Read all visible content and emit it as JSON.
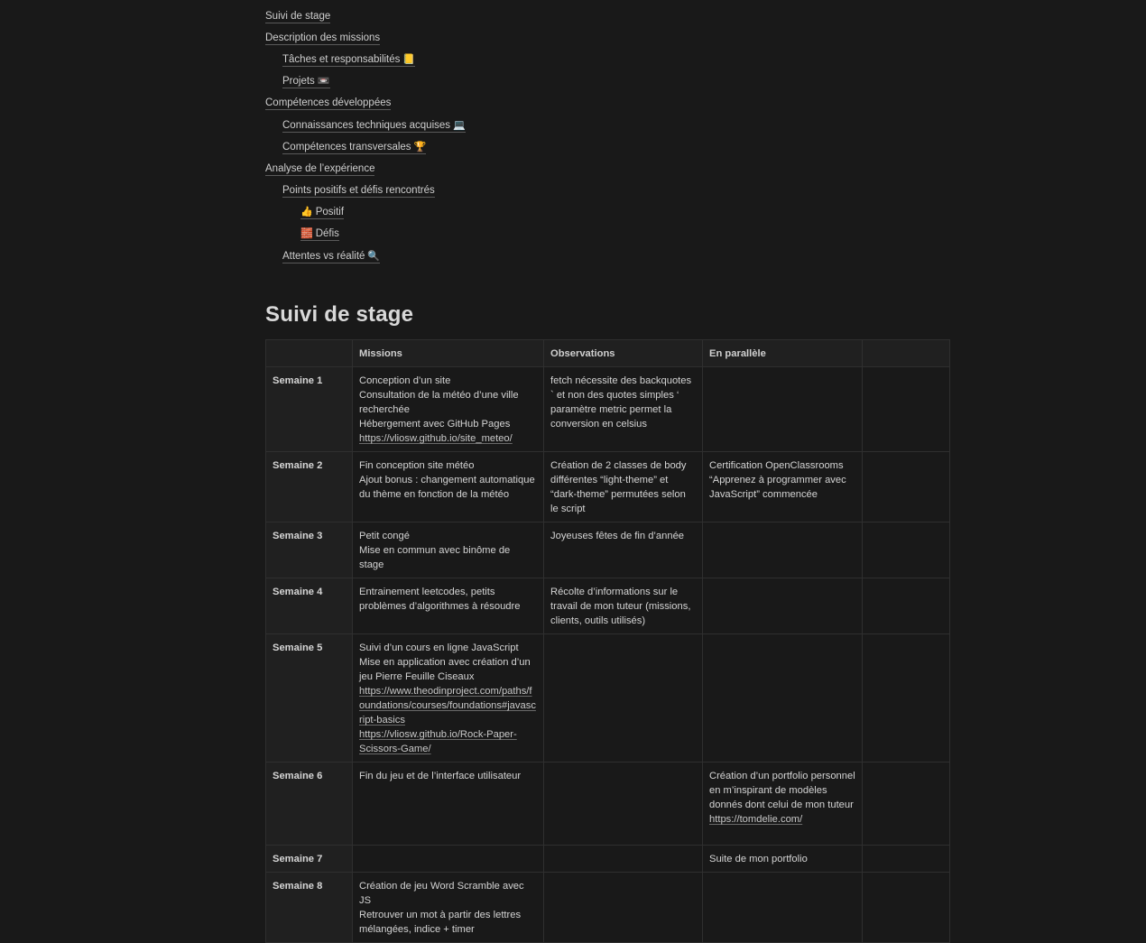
{
  "toc": [
    {
      "label": "Suivi de stage",
      "level": 1,
      "emoji": ""
    },
    {
      "label": "Description des missions",
      "level": 1,
      "emoji": ""
    },
    {
      "label": "Tâches et responsabilités",
      "level": 2,
      "emoji": "📒"
    },
    {
      "label": "Projets",
      "level": 2,
      "emoji": "📼"
    },
    {
      "label": "Compétences développées",
      "level": 1,
      "emoji": ""
    },
    {
      "label": "Connaissances techniques acquises",
      "level": 2,
      "emoji": "💻"
    },
    {
      "label": "Compétences transversales",
      "level": 2,
      "emoji": "🏆"
    },
    {
      "label": "Analyse de l’expérience",
      "level": 1,
      "emoji": ""
    },
    {
      "label": "Points positifs et défis rencontrés",
      "level": 2,
      "emoji": ""
    },
    {
      "label": "Positif",
      "level": 3,
      "emoji_pre": "👍"
    },
    {
      "label": "Défis",
      "level": 3,
      "emoji_pre": "🧱"
    },
    {
      "label": "Attentes vs réalité",
      "level": 2,
      "emoji": "🔍"
    }
  ],
  "heading": "Suivi de stage",
  "table": {
    "headers": [
      "",
      "Missions",
      "Observations",
      "En parallèle",
      ""
    ],
    "rows": [
      {
        "week": "Semaine 1",
        "missions": [
          {
            "text": "Conception d’un site"
          },
          {
            "text": "Consultation de la météo d’une ville recherchée"
          },
          {
            "text": "Hébergement avec GitHub Pages"
          },
          {
            "text": "https://vliosw.github.io/site_meteo/",
            "link": true
          }
        ],
        "observations": [
          {
            "text": "fetch nécessite des backquotes ` et non des quotes simples ‘ paramètre metric permet la conversion en celsius"
          }
        ],
        "parallel": []
      },
      {
        "week": "Semaine 2",
        "missions": [
          {
            "text": "Fin conception site météo"
          },
          {
            "text": "Ajout bonus : changement automatique du thème en fonction de la météo"
          }
        ],
        "observations": [
          {
            "text": "Création de 2 classes de body différentes “light-theme” et “dark-theme” permutées selon le script"
          }
        ],
        "parallel": [
          {
            "text": "Certification OpenClassrooms “Apprenez à programmer avec JavaScript” commencée"
          }
        ]
      },
      {
        "week": "Semaine 3",
        "missions": [
          {
            "text": "Petit congé"
          },
          {
            "text": "Mise en commun avec binôme de stage"
          }
        ],
        "observations": [
          {
            "text": "Joyeuses fêtes de fin d’année"
          }
        ],
        "parallel": []
      },
      {
        "week": "Semaine 4",
        "missions": [
          {
            "text": "Entrainement leetcodes, petits problèmes d’algorithmes à résoudre"
          }
        ],
        "observations": [
          {
            "text": "Récolte d’informations sur le travail de mon tuteur (missions, clients, outils utilisés)"
          }
        ],
        "parallel": []
      },
      {
        "week": "Semaine 5",
        "missions": [
          {
            "text": "Suivi d’un cours en ligne JavaScript"
          },
          {
            "text": "Mise en application avec création d’un jeu Pierre Feuille Ciseaux"
          },
          {
            "text": "https://www.theodinproject.com/paths/foundations/courses/foundations#javascript-basics",
            "link": true
          },
          {
            "text": "https://vliosw.github.io/Rock-Paper-Scissors-Game/",
            "link": true
          }
        ],
        "observations": [],
        "parallel": []
      },
      {
        "week": "Semaine 6",
        "missions": [
          {
            "text": "Fin du jeu et de l’interface utilisateur"
          }
        ],
        "observations": [],
        "parallel": [
          {
            "text": "Création d’un portfolio personnel en m’inspirant de modèles donnés dont celui de mon tuteur"
          },
          {
            "text": "https://tomdelie.com/",
            "link": true
          }
        ]
      },
      {
        "week": "Semaine 7",
        "missions": [],
        "observations": [],
        "parallel": [
          {
            "text": "Suite de mon portfolio"
          }
        ]
      },
      {
        "week": "Semaine 8",
        "missions": [
          {
            "text": "Création de jeu Word Scramble avec JS"
          },
          {
            "text": "Retrouver un mot à partir des lettres mélangées, indice + timer"
          }
        ],
        "observations": [],
        "parallel": []
      }
    ]
  }
}
